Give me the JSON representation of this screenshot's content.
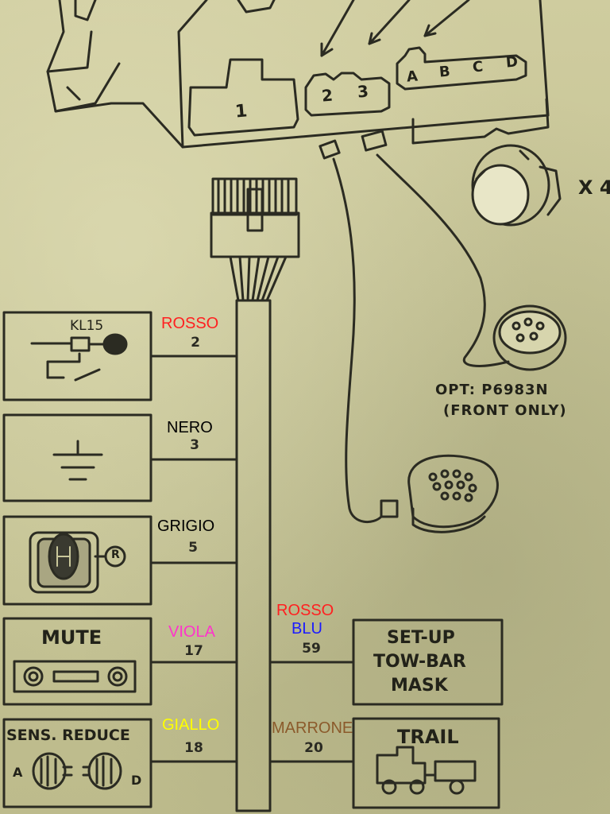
{
  "connector": {
    "slot1": "1",
    "slot2": "2",
    "slot3": "3",
    "slotA": "A",
    "slotB": "B",
    "slotC": "C",
    "slotD": "D"
  },
  "side_marker": "X 4",
  "option_note": {
    "line1": "OPT: P6983N",
    "line2": "(FRONT ONLY)"
  },
  "wires": [
    {
      "color_name": "ROSSO",
      "pin": "2",
      "color": "#ff2020"
    },
    {
      "color_name": "NERO",
      "pin": "3",
      "color": "#000000"
    },
    {
      "color_name": "GRIGIO",
      "pin": "5",
      "color": "#000000"
    },
    {
      "color_name": "VIOLA",
      "pin": "17",
      "color": "#ff33cc"
    },
    {
      "color_name": "GIALLO",
      "pin": "18",
      "color": "#ffff00"
    },
    {
      "color_name_1": "ROSSO",
      "color_name_2": "BLU",
      "pin": "59",
      "color_1": "#ff2020",
      "color_2": "#1a1aff"
    },
    {
      "color_name": "MARRONE",
      "pin": "20",
      "color": "#8b5a2b"
    }
  ],
  "boxes": {
    "ignition": {
      "label": "KL15"
    },
    "reverse": {
      "label": "R"
    },
    "mute": {
      "label": "MUTE"
    },
    "sens_reduce": {
      "label": "SENS. REDUCE",
      "left": "A",
      "right": "D"
    },
    "setup": {
      "line1": "SET-UP",
      "line2": "TOW-BAR",
      "line3": "MASK"
    },
    "trail": {
      "label": "TRAIL"
    }
  }
}
